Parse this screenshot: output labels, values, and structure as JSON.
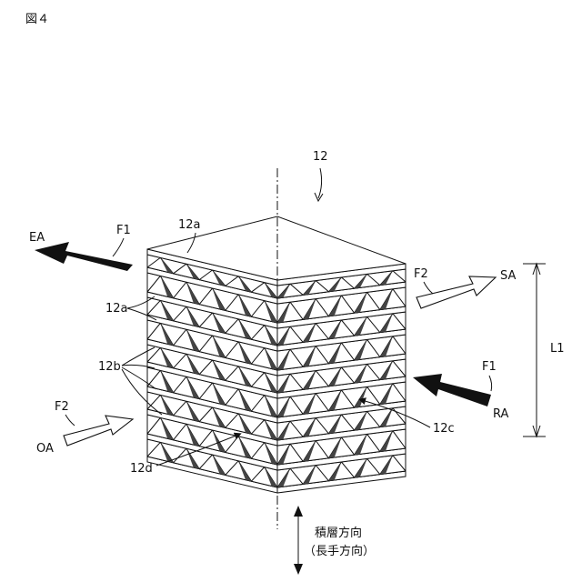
{
  "figure_label": "図４",
  "labels": {
    "assembly": "12",
    "top_sheet": "12a",
    "sheets_a": "12a",
    "sheets_b": "12b",
    "sheet_c": "12c",
    "sheet_d": "12d",
    "length": "L1"
  },
  "flows": {
    "exhaust": {
      "name": "EA",
      "stream": "F1"
    },
    "supply": {
      "name": "SA",
      "stream": "F2"
    },
    "outdoor": {
      "name": "OA",
      "stream": "F2"
    },
    "return": {
      "name": "RA",
      "stream": "F1"
    }
  },
  "direction": {
    "line1": "積層方向",
    "line2": "（長手方向）"
  },
  "colors": {
    "ink": "#111111",
    "paper": "#ffffff",
    "solid_arrow": "#111111"
  }
}
